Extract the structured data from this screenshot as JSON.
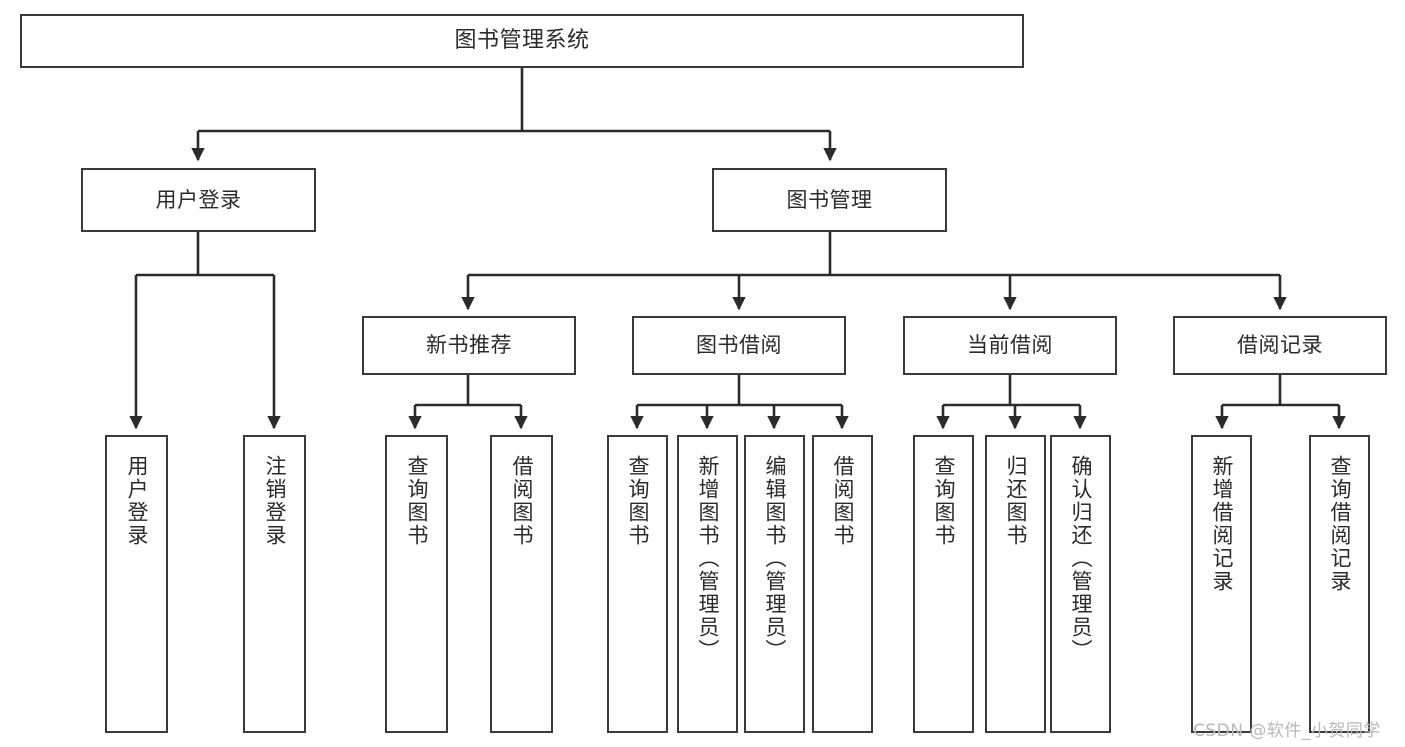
{
  "diagram": {
    "type": "tree",
    "title": "图书管理系统",
    "orientation": "top-down",
    "colors": {
      "box_border": "#3a3a3a",
      "box_fill": "#ffffff",
      "edge": "#2b2b2b",
      "text": "#2b2b2b",
      "watermark": "#b8b8b8"
    },
    "watermark": "CSDN @软件_小贺同学"
  },
  "nodes": {
    "root": {
      "label": "图书管理系统",
      "level": 1
    },
    "level2": [
      {
        "id": "user-login",
        "label": "用户登录"
      },
      {
        "id": "book-manage",
        "label": "图书管理"
      }
    ],
    "level3": [
      {
        "id": "new-book-recommend",
        "label": "新书推荐",
        "parent": "book-manage"
      },
      {
        "id": "book-borrow",
        "label": "图书借阅",
        "parent": "book-manage"
      },
      {
        "id": "current-borrow",
        "label": "当前借阅",
        "parent": "book-manage"
      },
      {
        "id": "borrow-record",
        "label": "借阅记录",
        "parent": "book-manage"
      }
    ],
    "leaves": {
      "user-login": [
        {
          "id": "leaf-user-login",
          "label": "用户登录"
        },
        {
          "id": "leaf-user-logout",
          "label": "注销登录"
        }
      ],
      "new-book-recommend": [
        {
          "id": "leaf-query-book-1",
          "label": "查询图书"
        },
        {
          "id": "leaf-borrow-book-1",
          "label": "借阅图书"
        }
      ],
      "book-borrow": [
        {
          "id": "leaf-query-book-2",
          "label": "查询图书"
        },
        {
          "id": "leaf-add-book",
          "label": "新增图书（管理员）"
        },
        {
          "id": "leaf-edit-book",
          "label": "编辑图书（管理员）"
        },
        {
          "id": "leaf-borrow-book-2",
          "label": "借阅图书"
        }
      ],
      "current-borrow": [
        {
          "id": "leaf-query-book-3",
          "label": "查询图书"
        },
        {
          "id": "leaf-return-book",
          "label": "归还图书"
        },
        {
          "id": "leaf-confirm-return",
          "label": "确认归还（管理员）"
        }
      ],
      "borrow-record": [
        {
          "id": "leaf-add-record",
          "label": "新增借阅记录"
        },
        {
          "id": "leaf-query-record",
          "label": "查询借阅记录"
        }
      ]
    }
  }
}
